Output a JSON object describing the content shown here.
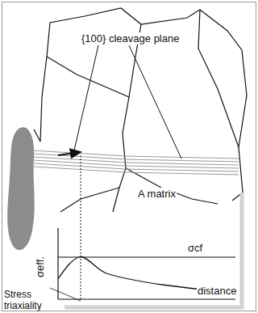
{
  "diagram": {
    "labels": [
      "{100} cleavage plane",
      "A matrix",
      "σeff.",
      "σcf",
      "distance",
      "Stress triaxiality"
    ]
  }
}
